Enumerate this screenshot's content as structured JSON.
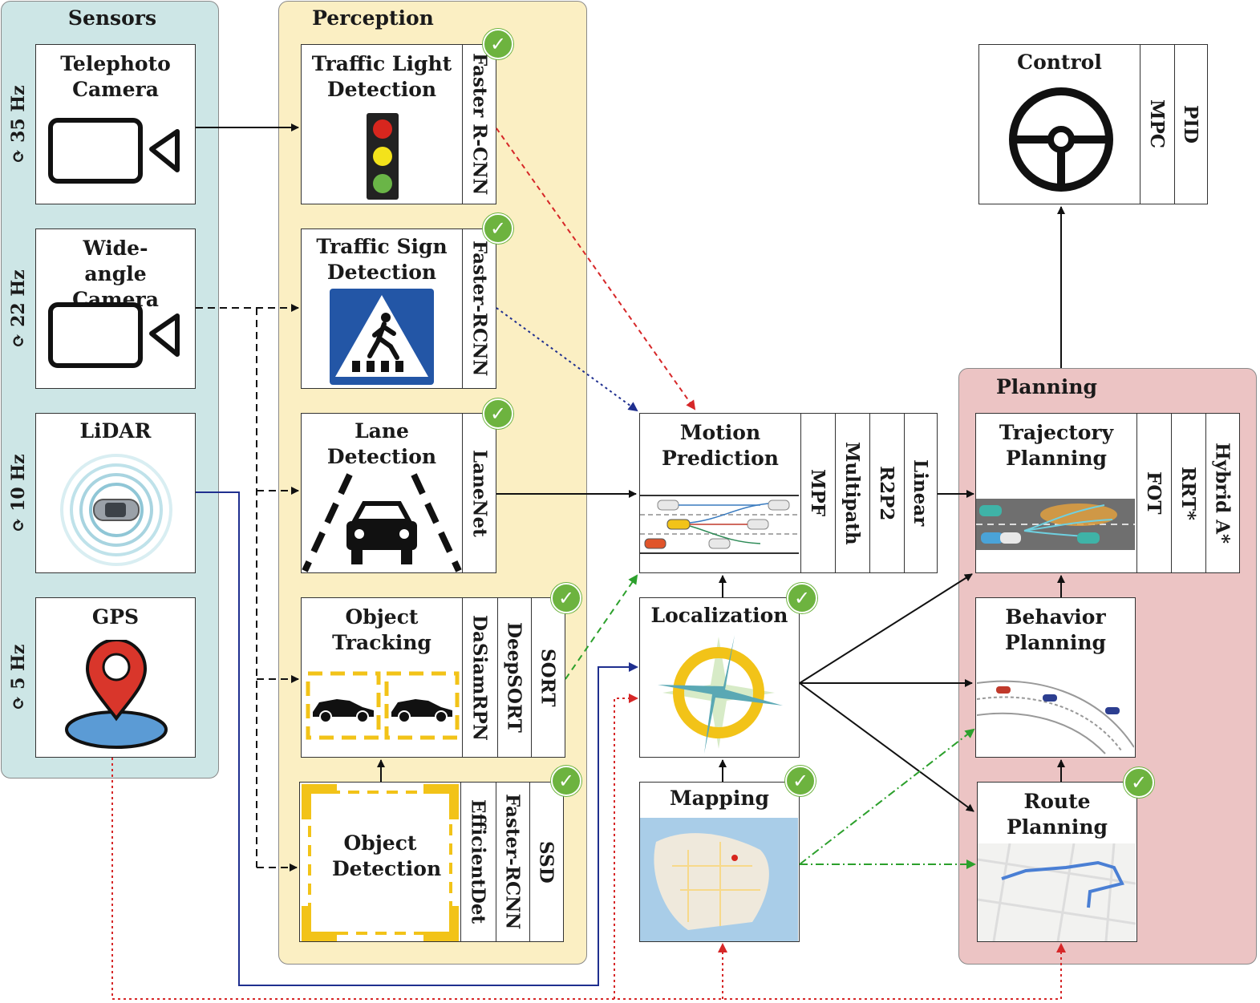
{
  "sensors": {
    "title": "Sensors",
    "items": [
      {
        "name": "Telephoto Camera",
        "rate": "⟳ 35 Hz"
      },
      {
        "name": "Wide-angle Camera",
        "rate": "⟳ 22 Hz"
      },
      {
        "name": "LiDAR",
        "rate": "⟳ 10 Hz"
      },
      {
        "name": "GPS",
        "rate": "⟳ 5 Hz"
      }
    ]
  },
  "perception": {
    "title": "Perception",
    "traffic_light": {
      "title": "Traffic Light Detection",
      "methods": [
        "Faster R-CNN"
      ]
    },
    "traffic_sign": {
      "title": "Traffic Sign Detection",
      "methods": [
        "Faster-RCNN"
      ]
    },
    "lane": {
      "title": "Lane Detection",
      "methods": [
        "LaneNet"
      ]
    },
    "tracking": {
      "title": "Object Tracking",
      "methods": [
        "DaSiamRPN",
        "DeepSORT",
        "SORT"
      ]
    },
    "detection": {
      "title": "Object Detection",
      "methods": [
        "EfficientDet",
        "Faster-RCNN",
        "SSD"
      ]
    }
  },
  "motion_prediction": {
    "title": "Motion Prediction",
    "methods": [
      "MPF",
      "Multipath",
      "R2P2",
      "Linear"
    ]
  },
  "localization": {
    "title": "Localization"
  },
  "mapping": {
    "title": "Mapping"
  },
  "control": {
    "title": "Control",
    "methods": [
      "MPC",
      "PID"
    ]
  },
  "planning": {
    "title": "Planning",
    "trajectory": {
      "title": "Trajectory Planning",
      "methods": [
        "FOT",
        "RRT*",
        "Hybrid A*"
      ]
    },
    "behavior": {
      "title": "Behavior Planning"
    },
    "route": {
      "title": "Route Planning"
    }
  },
  "check_mark": "✓",
  "colors": {
    "sensors_bg": "#cde6e6",
    "perception_bg": "#fbefc3",
    "planning_bg": "#ecc4c4",
    "arrow_red": "#d62728",
    "arrow_blue": "#1f2f8f",
    "arrow_green": "#2ca02c",
    "check_green": "#6db33f"
  }
}
